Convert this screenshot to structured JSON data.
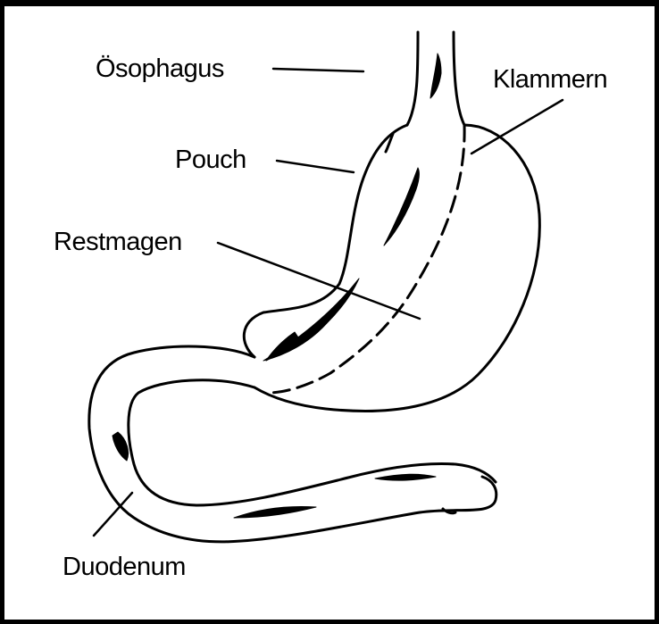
{
  "labels": {
    "oesophagus": "Ösophagus",
    "klammern": "Klammern",
    "pouch": "Pouch",
    "restmagen": "Restmagen",
    "duodenum": "Duodenum"
  },
  "colors": {
    "stroke": "#000000",
    "background": "#ffffff"
  }
}
